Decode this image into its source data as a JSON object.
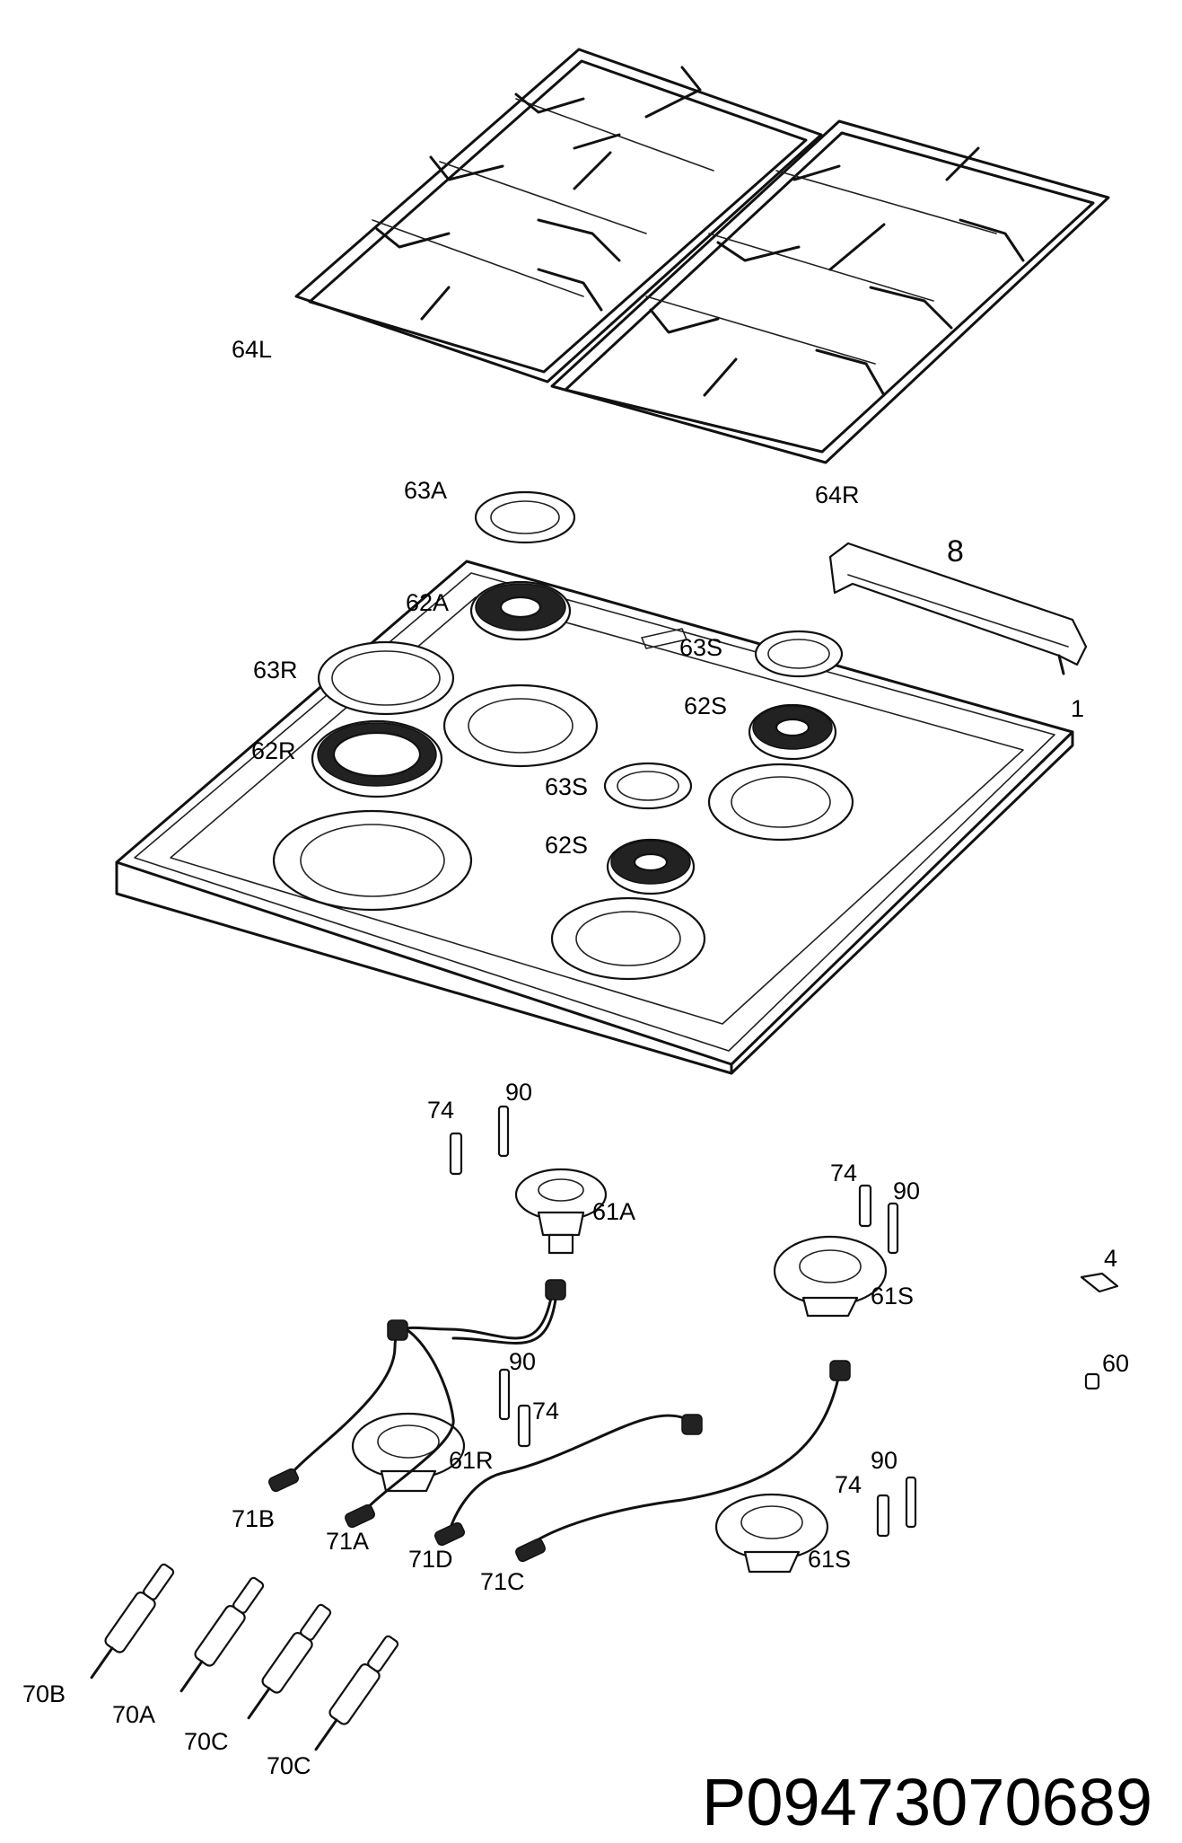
{
  "diagram": {
    "code": "P09473070689",
    "labels": {
      "l64L": "64L",
      "l64R": "64R",
      "l63A": "63A",
      "l8": "8",
      "l62A": "62A",
      "l63S_a": "63S",
      "l63R": "63R",
      "l62S_a": "62S",
      "l1": "1",
      "l62R": "62R",
      "l63S_b": "63S",
      "l62S_b": "62S",
      "l74_a": "74",
      "l90_a": "90",
      "l61A": "61A",
      "l74_b": "74",
      "l90_b": "90",
      "l61S_a": "61S",
      "l4": "4",
      "l90_c": "90",
      "l74_c": "74",
      "l61R": "61R",
      "l60": "60",
      "l90_d": "90",
      "l74_d": "74",
      "l71B": "71B",
      "l71A": "71A",
      "l71D": "71D",
      "l71C": "71C",
      "l61S_b": "61S",
      "l70B": "70B",
      "l70A": "70A",
      "l70C_a": "70C",
      "l70C_b": "70C"
    }
  }
}
